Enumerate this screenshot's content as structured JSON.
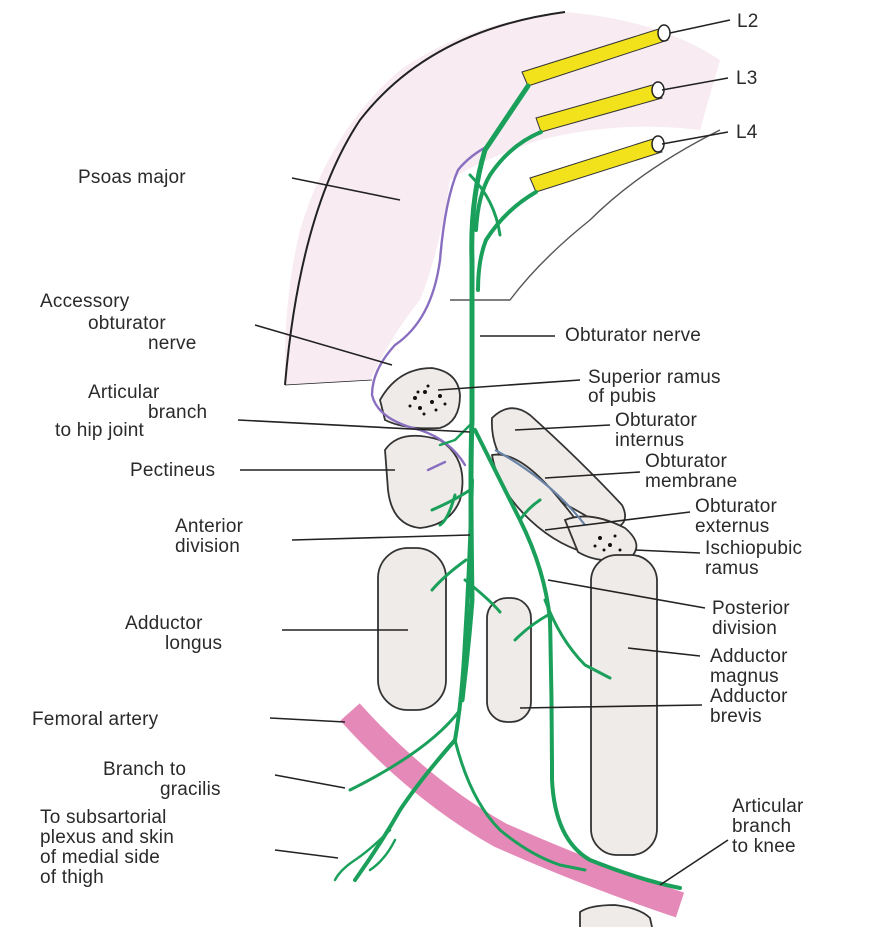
{
  "labels": {
    "l2": "L2",
    "l3": "L3",
    "l4": "L4",
    "psoas_major": "Psoas major",
    "accessory_obturator_nerve": [
      "Accessory",
      "obturator",
      "nerve"
    ],
    "obturator_nerve": "Obturator nerve",
    "superior_ramus_of_pubis": [
      "Superior ramus",
      "of pubis"
    ],
    "articular_branch_to_hip_joint": [
      "Articular",
      "branch",
      "to hip joint"
    ],
    "obturator_internus": [
      "Obturator",
      "internus"
    ],
    "pectineus": "Pectineus",
    "obturator_membrane": [
      "Obturator",
      "membrane"
    ],
    "obturator_externus": [
      "Obturator",
      "externus"
    ],
    "anterior_division": [
      "Anterior",
      "division"
    ],
    "ischiopubic_ramus": [
      "Ischiopubic",
      "ramus"
    ],
    "posterior_division": [
      "Posterior",
      "division"
    ],
    "adductor_longus": [
      "Adductor",
      "longus"
    ],
    "adductor_magnus": [
      "Adductor",
      "magnus"
    ],
    "adductor_brevis": [
      "Adductor",
      "brevis"
    ],
    "femoral_artery": "Femoral artery",
    "branch_to_gracilis": [
      "Branch to",
      "gracilis"
    ],
    "to_subsartorial_plexus": [
      "To subsartorial",
      "plexus and skin",
      "of medial  side",
      "of thigh"
    ],
    "articular_branch_to_knee": [
      "Articular",
      "branch",
      "to knee"
    ]
  },
  "colors": {
    "nerve": "#1aa05a",
    "accessory_nerve": "#8a6fc0",
    "psoas": "#f8ecf2",
    "femoral_artery": "#e58ab8",
    "vertebral_roots": "#f2e21c",
    "muscle": "#efebe8"
  }
}
